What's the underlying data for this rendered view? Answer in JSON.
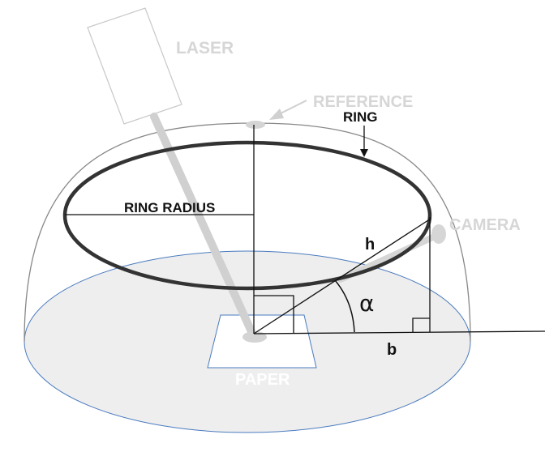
{
  "labels": {
    "laser": "LASER",
    "reference": "REFERENCE",
    "ring": "RING",
    "camera": "CAMERA",
    "ring_radius": "RING RADIUS",
    "h": "h",
    "alpha": "α",
    "b": "b",
    "paper": "PAPER"
  },
  "colors": {
    "base_fill": "#eeeeee",
    "base_stroke": "#4a7bbf",
    "dome_stroke": "#888888",
    "ring_stroke": "#333333",
    "beam": "#d0d0d0",
    "faded_label": "#d6d6d6",
    "line": "#111111"
  }
}
